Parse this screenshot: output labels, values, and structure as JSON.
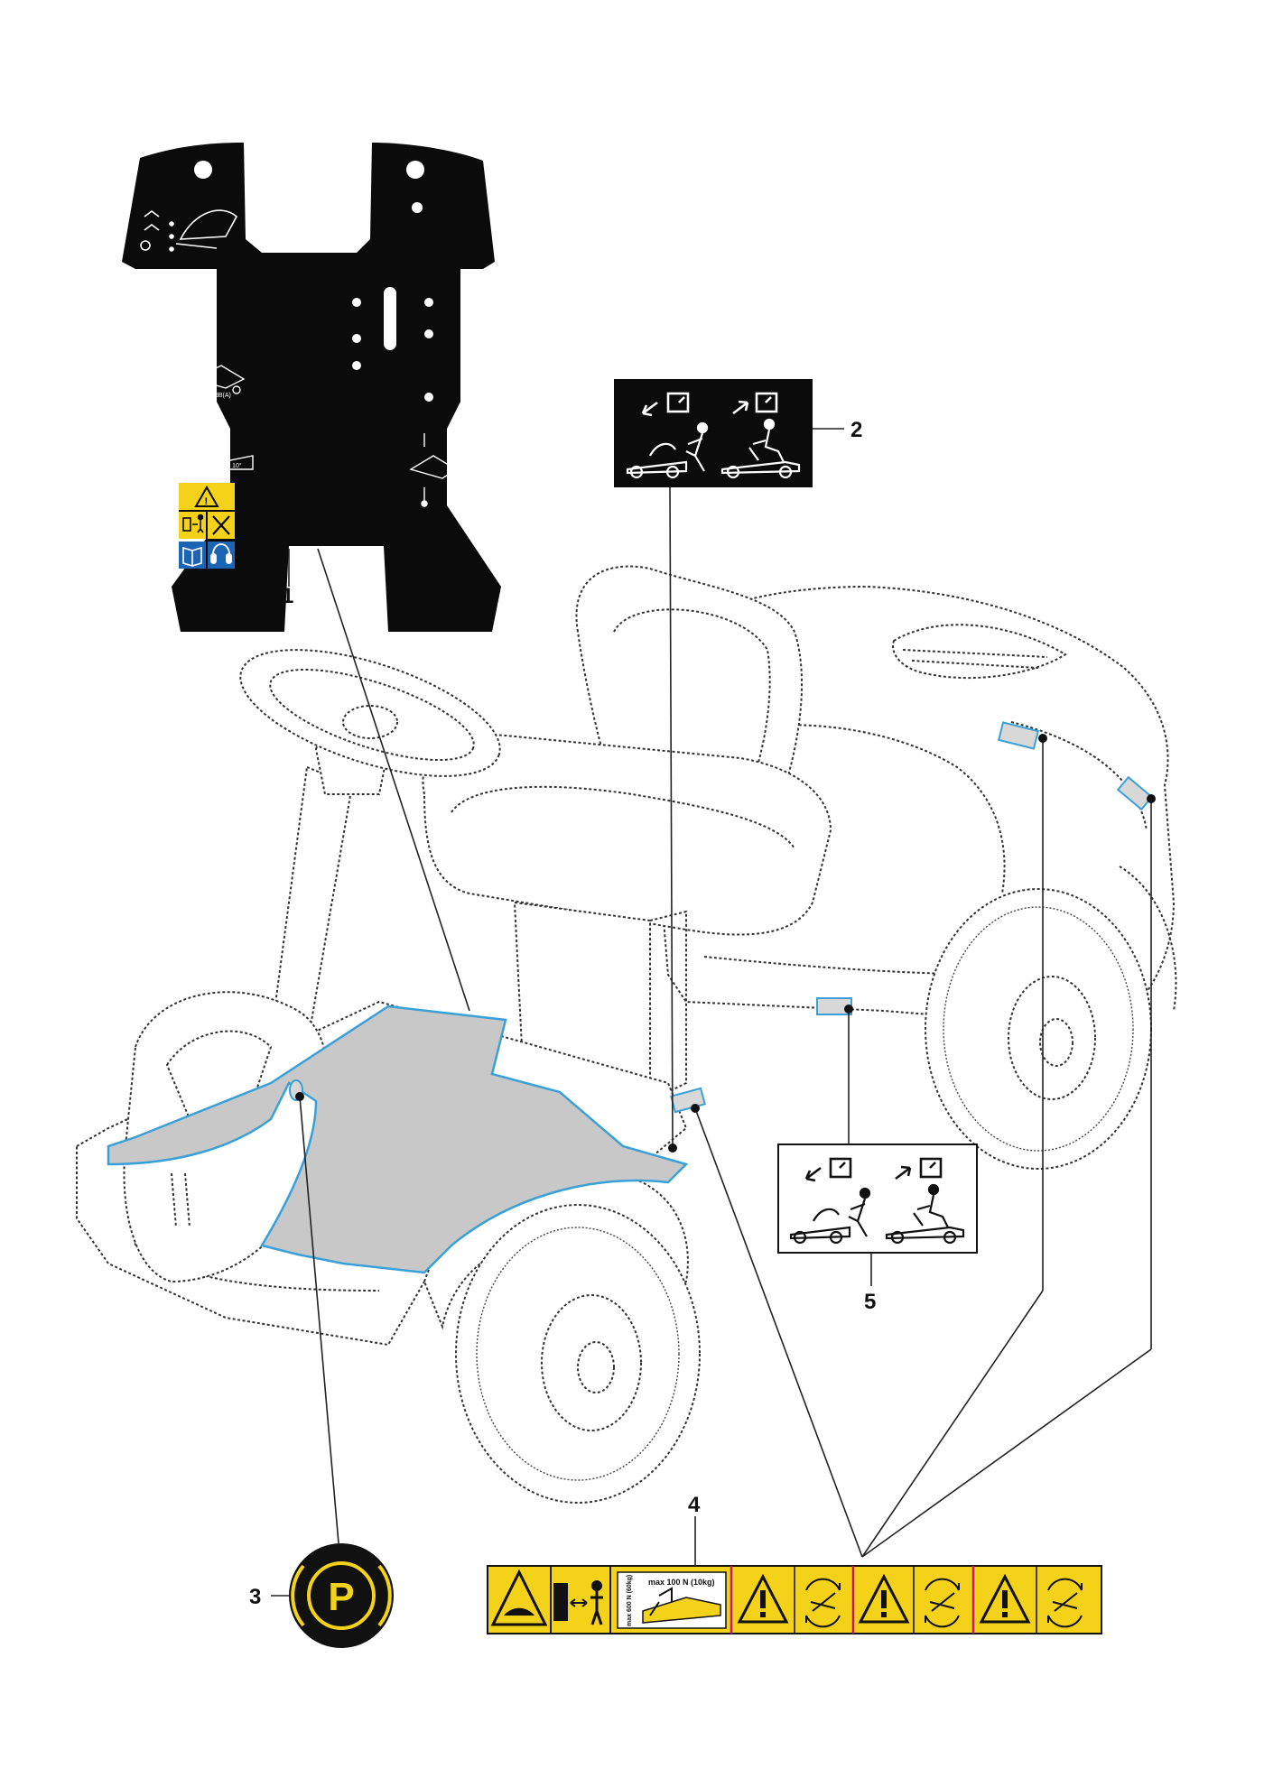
{
  "callouts": [
    {
      "id": "1",
      "label": "1"
    },
    {
      "id": "2",
      "label": "2"
    },
    {
      "id": "3",
      "label": "3"
    },
    {
      "id": "4",
      "label": "4"
    },
    {
      "id": "5",
      "label": "5"
    }
  ],
  "decals": {
    "floor_mat_labels": {
      "sound_power_left": "dB(A)",
      "sound_power_right": "dB(A)",
      "max_slope": "MAX 10°"
    },
    "warning_strip": {
      "load_label_top": "max 100 N (10kg)",
      "load_label_side": "max 600 N (60kg)"
    }
  },
  "colors": {
    "warning_yellow": "#f4d21a",
    "mandatory_blue": "#1c64b4",
    "mat_black": "#0b0b0b",
    "floor_grey": "#c8c8c8",
    "decal_outline_blue": "#3aa0d8",
    "strip_separator_magenta": "#c2186b"
  },
  "icons": [
    "warning-triangle-icon",
    "manual-book-icon",
    "ear-protection-icon",
    "parking-brake-icon",
    "hand-crush-icon",
    "safe-distance-icon",
    "reverse-direction-icon"
  ]
}
